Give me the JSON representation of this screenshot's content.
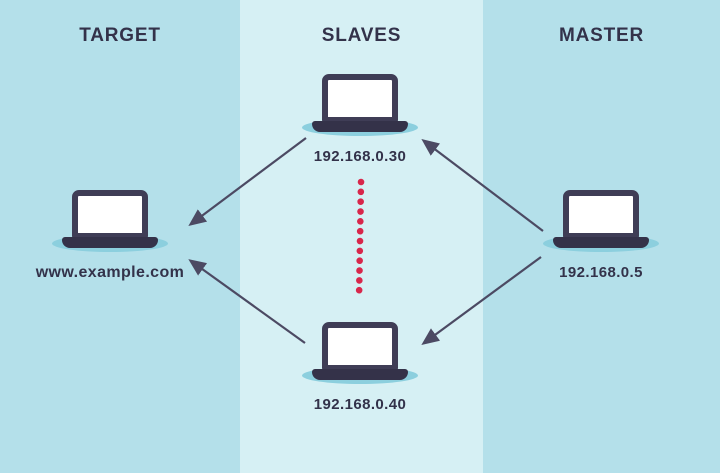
{
  "diagram": {
    "type": "network-attack-diagram",
    "columns": [
      {
        "id": "target",
        "label": "TARGET"
      },
      {
        "id": "slaves",
        "label": "SLAVES"
      },
      {
        "id": "master",
        "label": "MASTER"
      }
    ],
    "nodes": {
      "target": {
        "label": "www.example.com",
        "icon": "laptop-icon",
        "column": "target"
      },
      "slave1": {
        "label": "192.168.0.30",
        "icon": "laptop-icon",
        "column": "slaves"
      },
      "slave2": {
        "label": "192.168.0.40",
        "icon": "laptop-icon",
        "column": "slaves"
      },
      "master": {
        "label": "192.168.0.5",
        "icon": "laptop-icon",
        "column": "master"
      }
    },
    "edges": [
      {
        "from": "master",
        "to": "slave1",
        "style": "solid-arrow"
      },
      {
        "from": "master",
        "to": "slave2",
        "style": "solid-arrow"
      },
      {
        "from": "slave1",
        "to": "target",
        "style": "solid-arrow"
      },
      {
        "from": "slave2",
        "to": "target",
        "style": "solid-arrow"
      },
      {
        "from": "slave1",
        "to": "slave2",
        "style": "dotted-red"
      }
    ],
    "colors": {
      "outer_column_bg": "#b4e0ea",
      "middle_column_bg": "#d6f0f4",
      "laptop_body": "#3f3d56",
      "laptop_base": "#343249",
      "laptop_shadow": "#8ccfde",
      "screen": "#ffffff",
      "arrow": "#4c4a63",
      "dotted_link": "#d8274b",
      "text": "#33324a"
    }
  }
}
